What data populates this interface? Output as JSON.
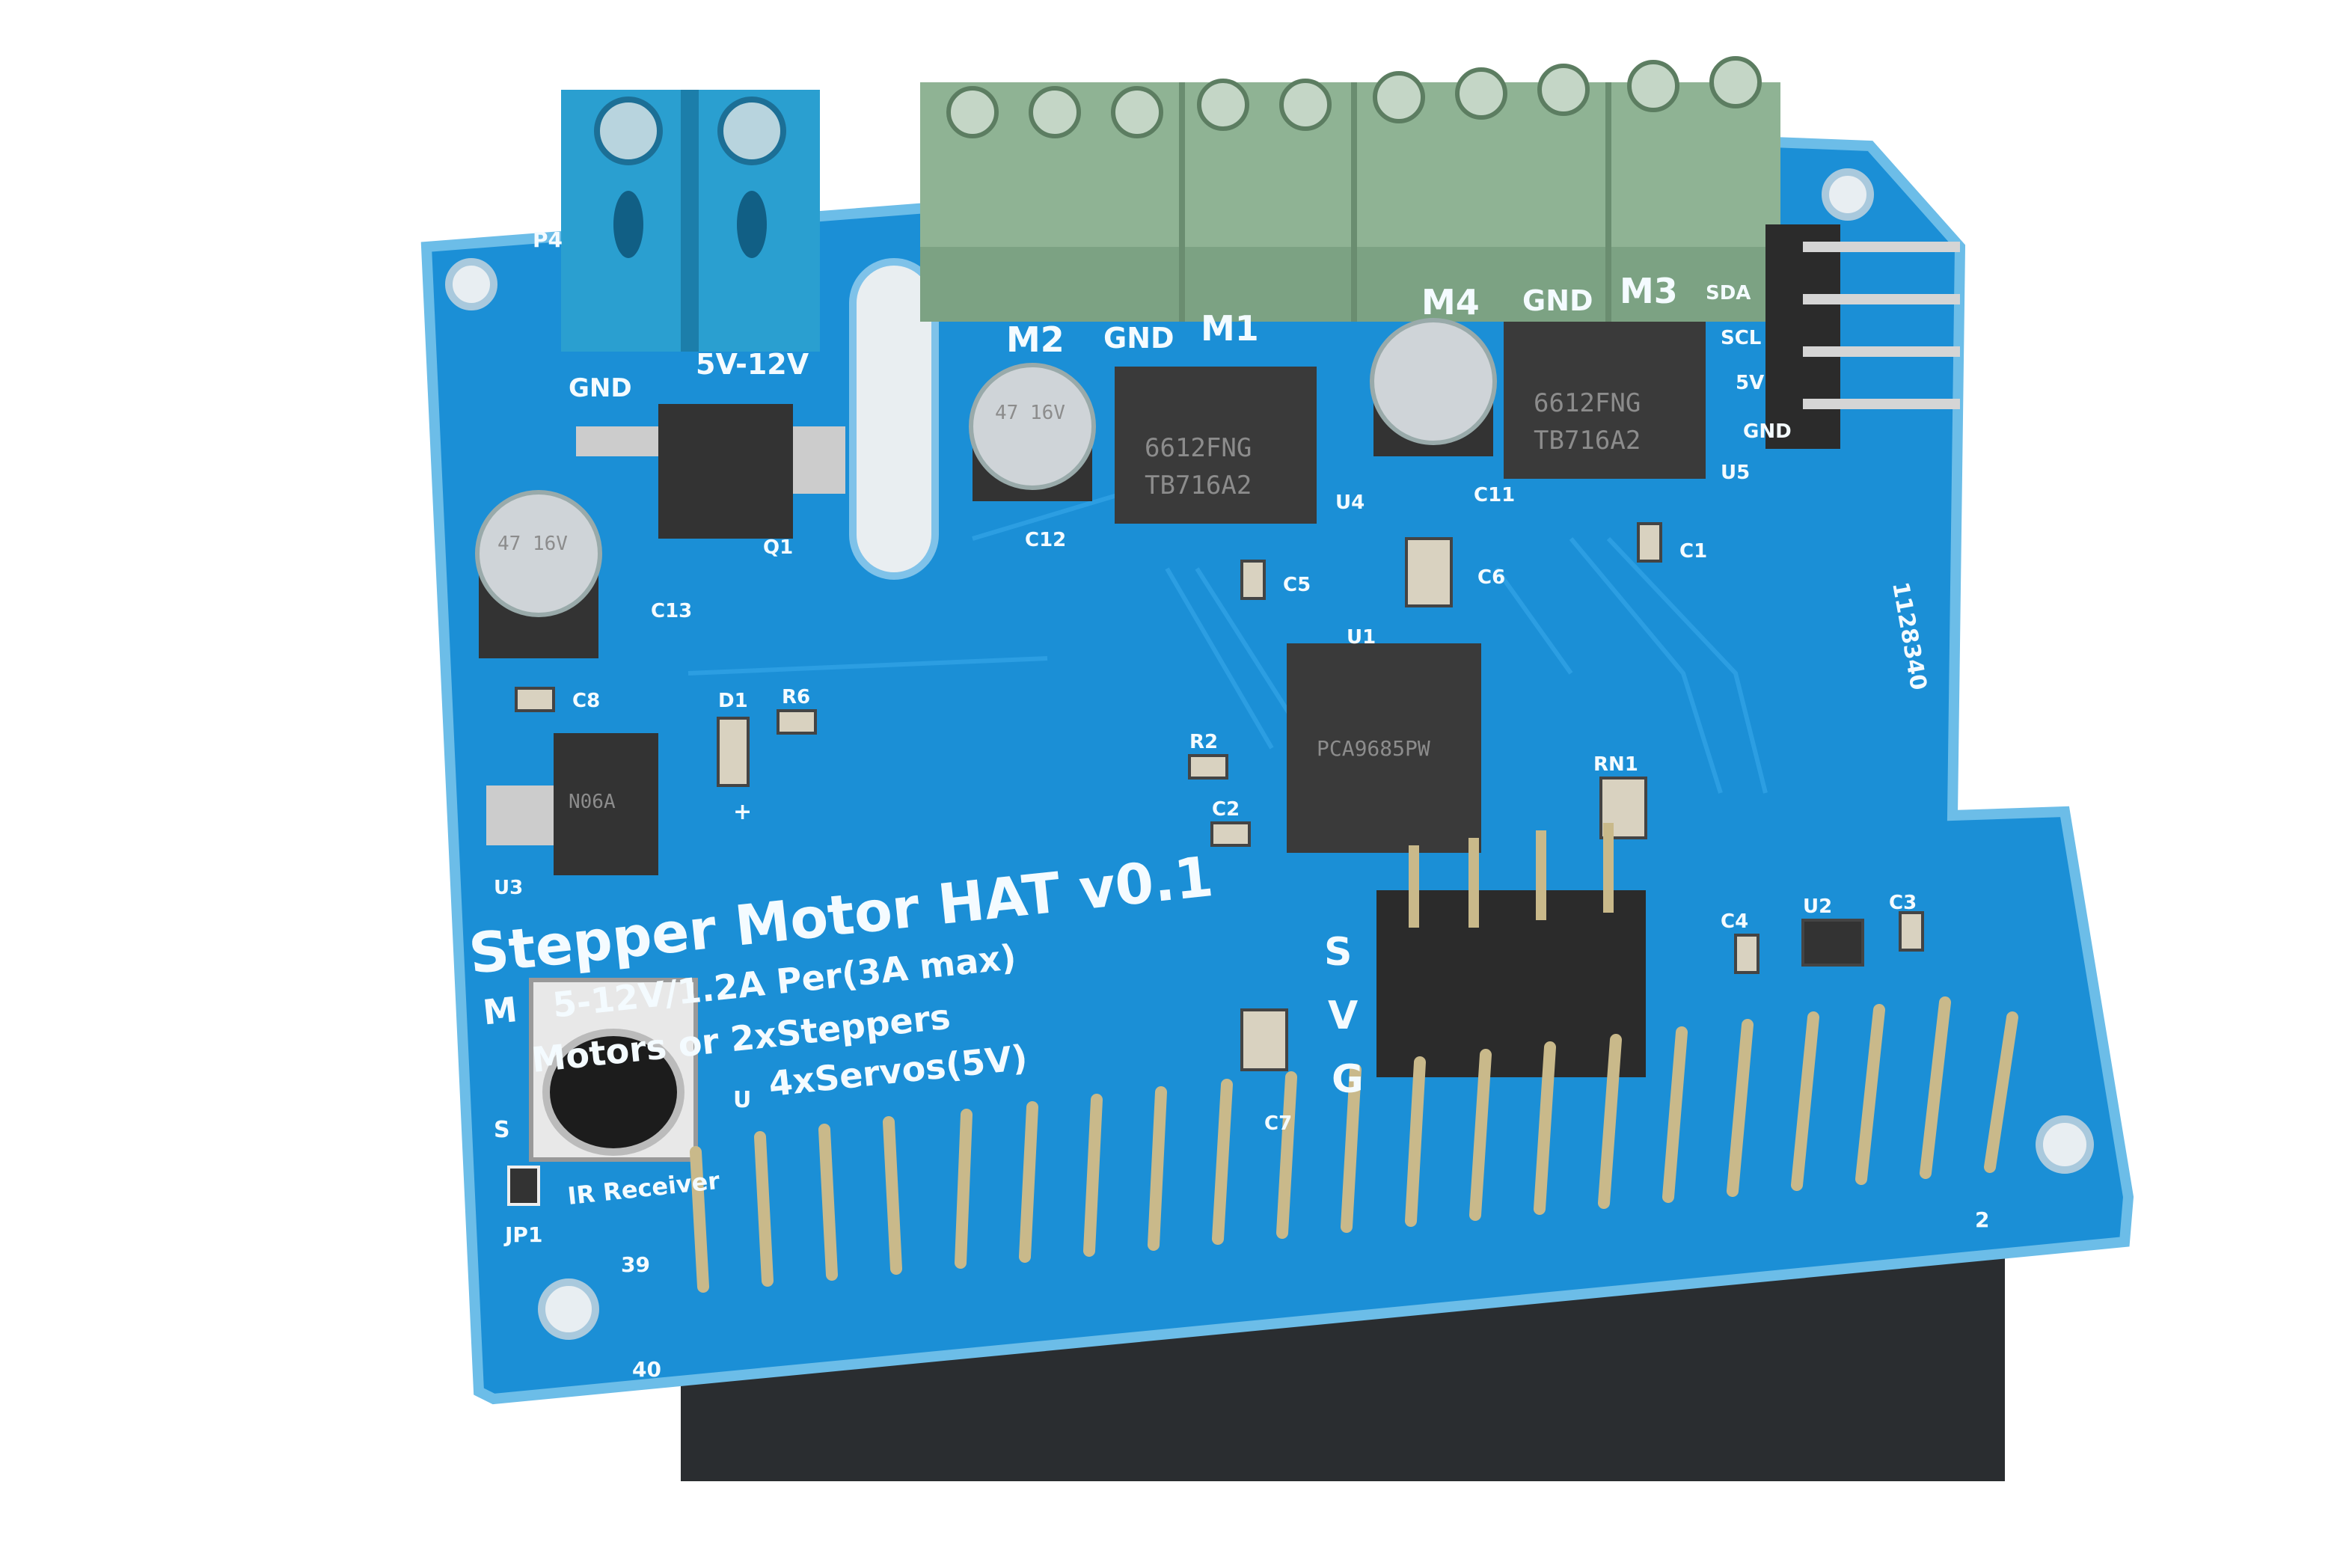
{
  "board": {
    "title": "Stepper Motor HAT v0.1",
    "spec_line1": "M   5-12V/1.2A Per(3A max)",
    "spec_line2": "   Motors or 2xSteppers",
    "spec_line3": "4xServos(5V)",
    "serial": "1128340",
    "colors": {
      "pcb": "#1b8fd6",
      "pcb_edge": "#4aa8e0",
      "terminal_blue": "#2a9fd0",
      "terminal_green": "#8fb394",
      "chip": "#3a3a3a",
      "header": "#2b2b2b",
      "pin": "#c9b98a"
    }
  },
  "labels": {
    "p4": "P4",
    "gnd_power": "GND",
    "vin": "5V-12V",
    "m2": "M2",
    "gnd_m12": "GND",
    "m1": "M1",
    "m4": "M4",
    "gnd_m34": "GND",
    "m3": "M3",
    "sda": "SDA",
    "scl": "SCL",
    "v5": "5V",
    "gnd_i2c": "GND",
    "q1": "Q1",
    "c13": "C13",
    "c12": "C12",
    "u4": "U4",
    "c11": "C11",
    "u5": "U5",
    "c5": "C5",
    "c6": "C6",
    "c1": "C1",
    "c8": "C8",
    "d1": "D1",
    "r6": "R6",
    "u3": "U3",
    "r2": "R2",
    "c2": "C2",
    "u1": "U1",
    "rn1": "RN1",
    "c4": "C4",
    "u2": "U2",
    "c3": "C3",
    "c7": "C7",
    "jp1": "JP1",
    "ir": "IR Receiver",
    "s": "S",
    "v": "V",
    "g": "G",
    "u": "U",
    "s_ir": "S",
    "pin39": "39",
    "pin40": "40",
    "pin2": "2",
    "plus": "+"
  },
  "chips": {
    "u4_line1": "TB716A2",
    "u4_line2": "6612FNG",
    "u5_line1": "TB716A2",
    "u5_line2": "6612FNG",
    "u1_line1": "PCA9685PW",
    "u3_line1": "N06A",
    "c12_marking": "47 16V",
    "c13_marking": "47 16V"
  }
}
